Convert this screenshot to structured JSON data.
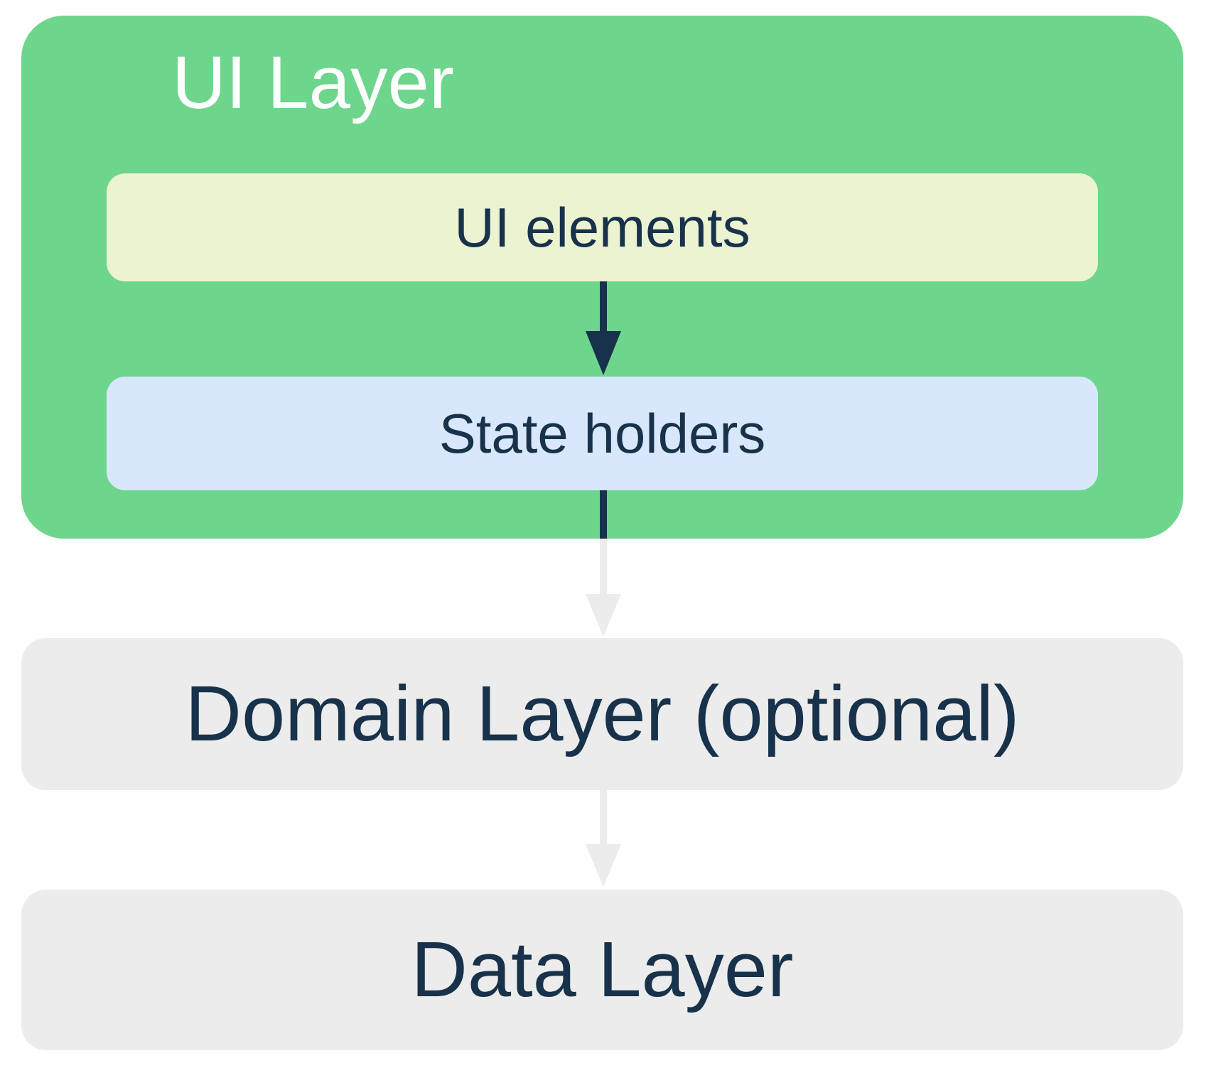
{
  "diagram": {
    "ui_layer": {
      "title": "UI Layer",
      "ui_elements_label": "UI elements",
      "state_holders_label": "State holders"
    },
    "domain_layer": {
      "label": "Domain Layer (optional)"
    },
    "data_layer": {
      "label": "Data Layer"
    },
    "arrows": [
      {
        "name": "ui-elements-to-state-holders",
        "style": "dark"
      },
      {
        "name": "state-holders-to-domain-layer",
        "style": "dark-then-light"
      },
      {
        "name": "domain-layer-to-data-layer",
        "style": "light"
      }
    ]
  },
  "colors": {
    "page_bg": "#FFFFFF",
    "ui_layer_bg": "#6ED58C",
    "ui_elements_bg": "#ECF3D0",
    "state_holders_bg": "#D8E8FA",
    "neutral_box_bg": "#ECECEC",
    "arrow_dark": "#17324A",
    "arrow_light": "#ECECEC",
    "text_dark": "#17324A",
    "text_light": "#FFFFFF"
  }
}
